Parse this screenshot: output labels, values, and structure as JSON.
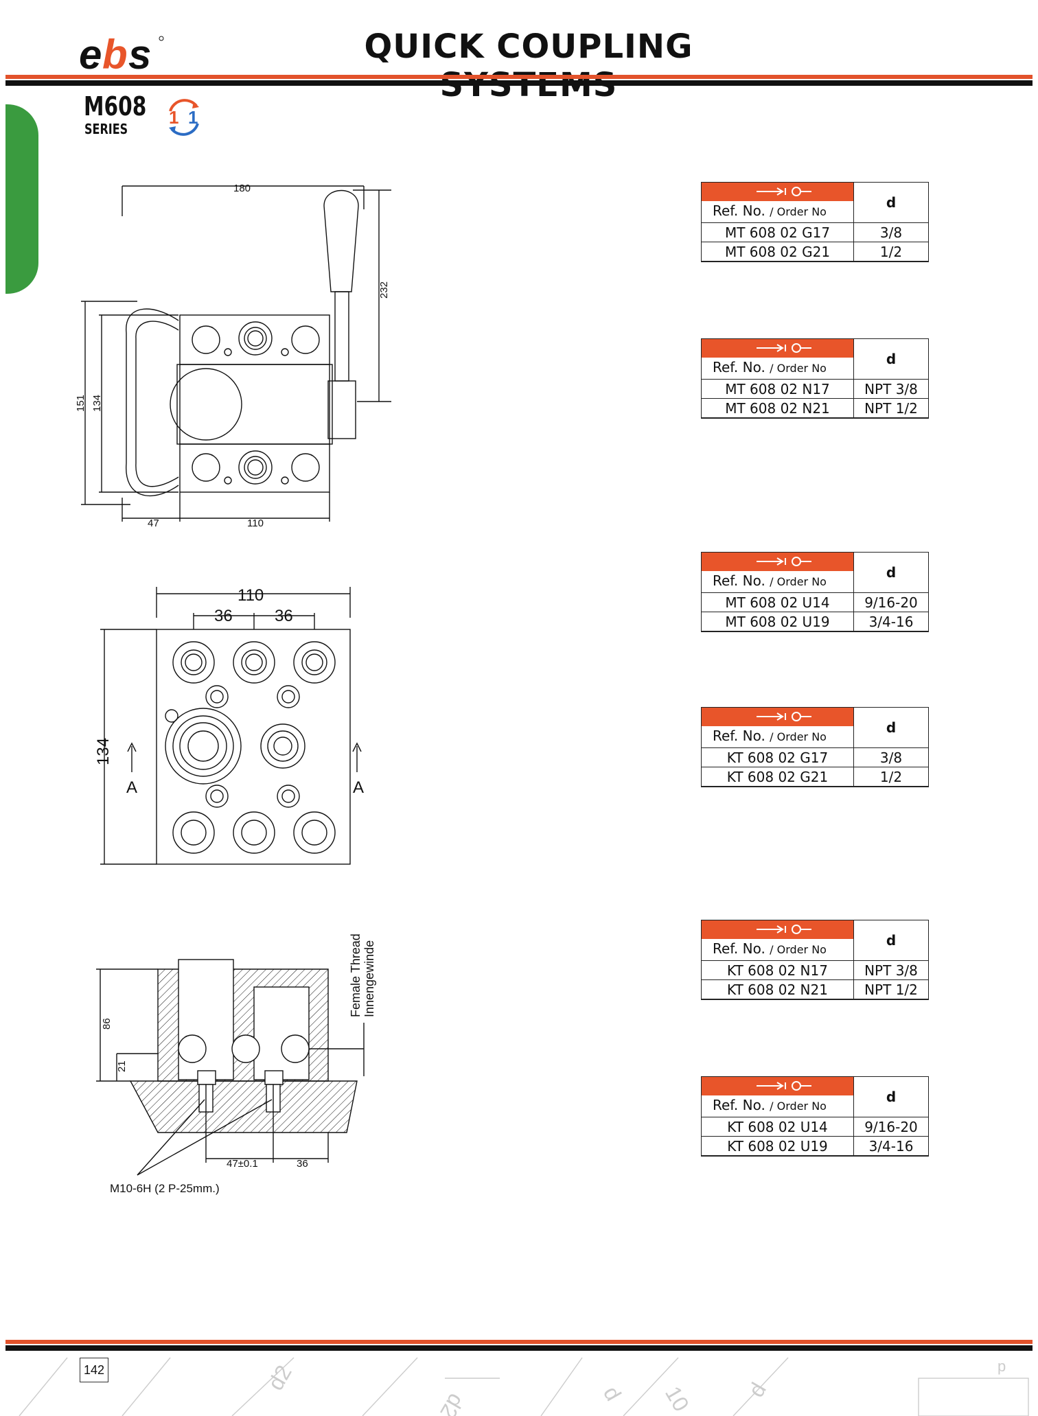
{
  "header": {
    "brand": "ebs",
    "title": "QUICK COUPLING SYSTEMS"
  },
  "series": {
    "name": "M608",
    "label": "SERIES",
    "ratio_icon": "one-to-one-rotation-icon"
  },
  "colors": {
    "accent_orange": "#e8552a",
    "dark": "#111111",
    "green_tab": "#3a9b3f"
  },
  "table_headers": {
    "ref": "Ref. No.",
    "order": "/ Order No",
    "d": "d",
    "icon": "coupling-symbol-icon"
  },
  "tables": [
    {
      "rows": [
        {
          "ref": "MT 608 02 G17",
          "d": "3/8"
        },
        {
          "ref": "MT 608 02 G21",
          "d": "1/2"
        }
      ]
    },
    {
      "rows": [
        {
          "ref": "MT 608 02 N17",
          "d": "NPT 3/8"
        },
        {
          "ref": "MT 608 02 N21",
          "d": "NPT 1/2"
        }
      ]
    },
    {
      "rows": [
        {
          "ref": "MT 608 02 U14",
          "d": "9/16-20"
        },
        {
          "ref": "MT 608 02 U19",
          "d": "3/4-16"
        }
      ]
    },
    {
      "rows": [
        {
          "ref": "KT 608 02 G17",
          "d": "3/8"
        },
        {
          "ref": "KT 608 02 G21",
          "d": "1/2"
        }
      ]
    },
    {
      "rows": [
        {
          "ref": "KT 608 02 N17",
          "d": "NPT 3/8"
        },
        {
          "ref": "KT 608 02 N21",
          "d": "NPT 1/2"
        }
      ]
    },
    {
      "rows": [
        {
          "ref": "KT 608 02 U14",
          "d": "9/16-20"
        },
        {
          "ref": "KT 608 02 U19",
          "d": "3/4-16"
        }
      ]
    }
  ],
  "drawing1": {
    "dims": {
      "width": "180",
      "height": "232",
      "outer": "151",
      "inner": "134",
      "handle": "47",
      "body": "110"
    }
  },
  "drawing2": {
    "dims": {
      "width": "110",
      "pitch1": "36",
      "pitch2": "36",
      "height": "134"
    },
    "section_left": "A",
    "section_right": "A"
  },
  "drawing3": {
    "dims": {
      "height": "86",
      "port": "21",
      "spacing": "47±0.1",
      "pitch": "36"
    },
    "thread_en": "Female Thread",
    "thread_de": "Innengewinde",
    "screw": "M10-6H (2 P-25mm.)"
  },
  "footer": {
    "page": "142",
    "bg_labels": [
      "d2",
      "d2",
      "d",
      "10",
      "d",
      "p"
    ]
  }
}
